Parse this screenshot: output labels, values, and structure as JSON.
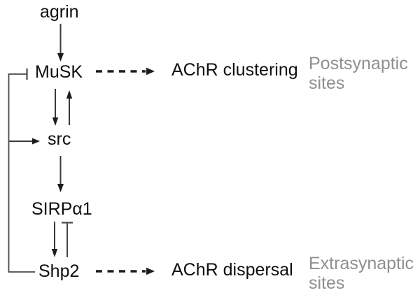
{
  "diagram": {
    "nodes": {
      "agrin": "agrin",
      "musk": "MuSK",
      "src": "src",
      "sirpa1": "SIRPα1",
      "shp2": "Shp2"
    },
    "outcomes": {
      "clustering": "AChR clustering",
      "dispersal": "AChR dispersal"
    },
    "regions": {
      "postsynaptic": "Postsynaptic sites",
      "extrasynaptic": "Extrasynaptic sites"
    },
    "edges": [
      {
        "from": "agrin",
        "to": "MuSK",
        "type": "activation"
      },
      {
        "from": "MuSK",
        "to": "AChR clustering",
        "type": "dashed-activation"
      },
      {
        "from": "MuSK",
        "to": "src",
        "type": "activation"
      },
      {
        "from": "src",
        "to": "MuSK",
        "type": "activation"
      },
      {
        "from": "src",
        "to": "SIRPα1",
        "type": "activation"
      },
      {
        "from": "SIRPα1",
        "to": "Shp2",
        "type": "activation"
      },
      {
        "from": "Shp2",
        "to": "SIRPα1",
        "type": "inhibition"
      },
      {
        "from": "Shp2",
        "to": "MuSK",
        "type": "inhibition"
      },
      {
        "from": "Shp2",
        "to": "src",
        "type": "activation"
      },
      {
        "from": "Shp2",
        "to": "AChR dispersal",
        "type": "dashed-activation"
      }
    ],
    "colors": {
      "text": "#0f0f0f",
      "region_label": "#8f8f8f",
      "line": "#3a3a3a",
      "arrowhead": "#1c1c1c",
      "background": "#ffffff"
    }
  }
}
